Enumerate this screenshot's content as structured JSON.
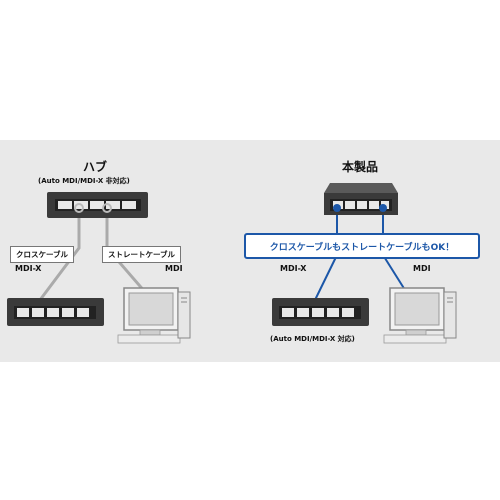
{
  "left": {
    "title": "ハブ",
    "subtitle": "(Auto MDI/MDI-X 非対応)",
    "cross_cable_label": "クロスケーブル",
    "straight_cable_label": "ストレートケーブル",
    "mdix_label": "MDI-X",
    "mdi_label": "MDI"
  },
  "right": {
    "title": "本製品",
    "callout": "クロスケーブルもストレートケーブルもOK！",
    "mdix_label": "MDI-X",
    "mdi_label": "MDI",
    "device_caption": "(Auto MDI/MDI-X 対応)"
  },
  "colors": {
    "panel_bg": "#e9e9e9",
    "device_dark": "#3a3a3a",
    "cable_blue": "#1c57a8",
    "cable_gray": "#9a9a9a"
  }
}
